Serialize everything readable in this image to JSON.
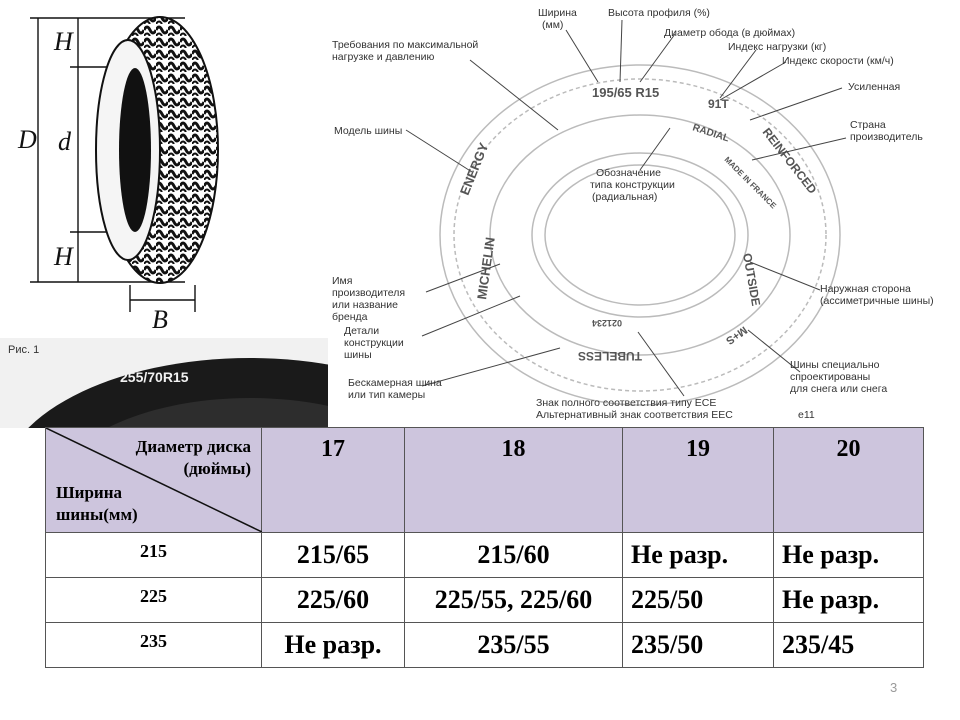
{
  "left_figure": {
    "labels": {
      "D": "D",
      "d": "d",
      "H_top": "H",
      "H_bottom": "H",
      "B": "B"
    }
  },
  "photo": {
    "caption": "Рис. 1",
    "tire_marking": "255/70R15"
  },
  "marking_diagram": {
    "annotations": {
      "width": "Ширина\n(мм)",
      "profile_height": "Высота профиля (%)",
      "rim_diameter": "Диаметр обода (в дюймах)",
      "load_index": "Индекс нагрузки (кг)",
      "speed_index": "Индекс скорости (км/ч)",
      "max_load_pressure": "Требования по максимальной\nнагрузке и давлению",
      "reinforced": "Усиленная",
      "country": "Страна\nпроизводитель",
      "tire_model": "Модель шины",
      "construction_type": "Обозначение\nтипа конструкции\n(радиальная)",
      "manufacturer": "Имя\nпроизводителя\nили название\nбренда",
      "construction_details": "Детали\nконструкции\nшины",
      "outer_side": "Наружная сторона\n(ассиметричные шины)",
      "tubeless": "Бескамерная шина\nили тип камеры",
      "mud_snow": "Шины специально\nспроектированы\nдля снега или снега",
      "ece_eec": "Знак полного соответствия типу ECE\nАльтернативный знак соответствия EEC",
      "e11": "e11"
    },
    "sidewall": {
      "size": "195/65 R15",
      "load_speed": "91T",
      "radial": "RADIAL",
      "reinforced": "REINFORCED",
      "made_in": "MADE IN FRANCE",
      "energy": "ENERGY",
      "michelin": "MICHELIN",
      "outside": "OUTSIDE",
      "tubeless": "TUBELESS",
      "ms": "M+S",
      "number": "021234"
    }
  },
  "table": {
    "corner_top": "Диаметр диска\n(дюймы)",
    "corner_bottom": "Ширина\nшины(мм)",
    "columns": [
      "17",
      "18",
      "19",
      "20"
    ],
    "rows": [
      {
        "width": "215",
        "values": [
          "215/65",
          "215/60",
          "Не разр.",
          "Не разр."
        ]
      },
      {
        "width": "225",
        "values": [
          "225/60",
          "225/55, 225/60",
          "225/50",
          "Не разр."
        ]
      },
      {
        "width": "235",
        "values": [
          "Не разр.",
          "235/55",
          "235/50",
          "235/45"
        ]
      }
    ]
  },
  "page_number": "3"
}
